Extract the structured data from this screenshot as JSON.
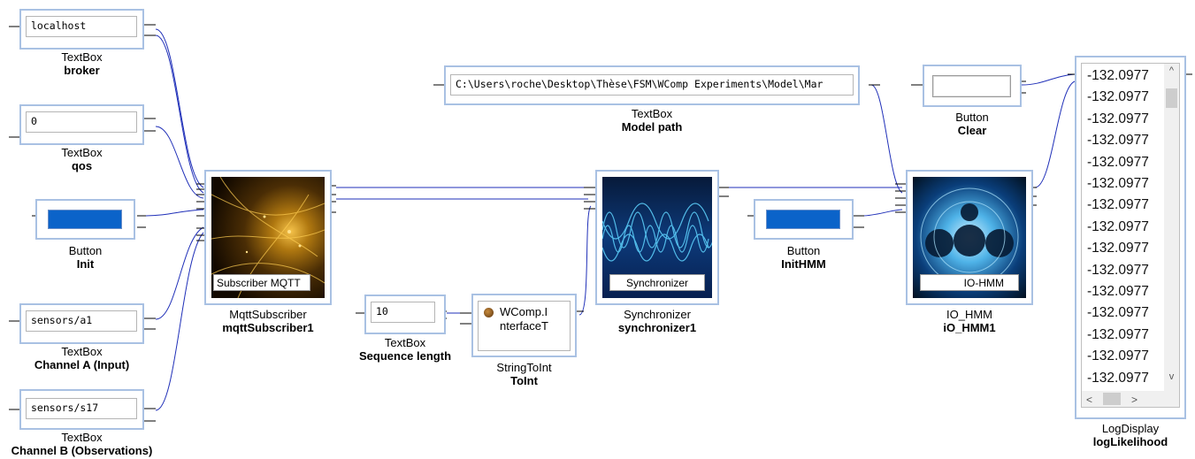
{
  "components": {
    "broker": {
      "value": "localhost",
      "type": "TextBox",
      "name": "broker"
    },
    "qos": {
      "value": "0",
      "type": "TextBox",
      "name": "qos"
    },
    "init": {
      "type": "Button",
      "name": "Init"
    },
    "channel_a": {
      "value": "sensors/a1",
      "type": "TextBox",
      "name": "Channel A (Input)"
    },
    "channel_b": {
      "value": "sensors/s17",
      "type": "TextBox",
      "name": "Channel B (Observations)"
    },
    "mqtt": {
      "caption": "Subscriber MQTT",
      "type": "MqttSubscriber",
      "name": "mqttSubscriber1"
    },
    "seq": {
      "value": "10",
      "type": "TextBox",
      "name": "Sequence length"
    },
    "toint": {
      "line1": "WComp.I",
      "line2": "nterfaceT",
      "type": "StringToInt",
      "name": "ToInt"
    },
    "model_path": {
      "value": "C:\\Users\\roche\\Desktop\\Thèse\\FSM\\WComp Experiments\\Model\\Mar",
      "type": "TextBox",
      "name": "Model path"
    },
    "sync": {
      "caption": "Synchronizer",
      "type": "Synchronizer",
      "name": "synchronizer1"
    },
    "init_hmm": {
      "type": "Button",
      "name": "InitHMM"
    },
    "clear": {
      "type": "Button",
      "name": "Clear"
    },
    "iohmm": {
      "caption": "IO-HMM",
      "type": "IO_HMM",
      "name": "iO_HMM1"
    },
    "log": {
      "type": "LogDisplay",
      "name": "logLikelihood",
      "entries": [
        "-132.0977",
        "-132.0977",
        "-132.0977",
        "-132.0977",
        "-132.0977",
        "-132.0977",
        "-132.0977",
        "-132.0977",
        "-132.0977",
        "-132.0977",
        "-132.0977",
        "-132.0977",
        "-132.0977",
        "-132.0977",
        "-132.0977"
      ],
      "scroll_up": "^",
      "scroll_down": "v",
      "scroll_left": "<",
      "scroll_right": ">"
    }
  },
  "colors": {
    "wire": "#1f2fb8",
    "frame": "#a9c1e3",
    "button_fill": "#0b63c9"
  }
}
